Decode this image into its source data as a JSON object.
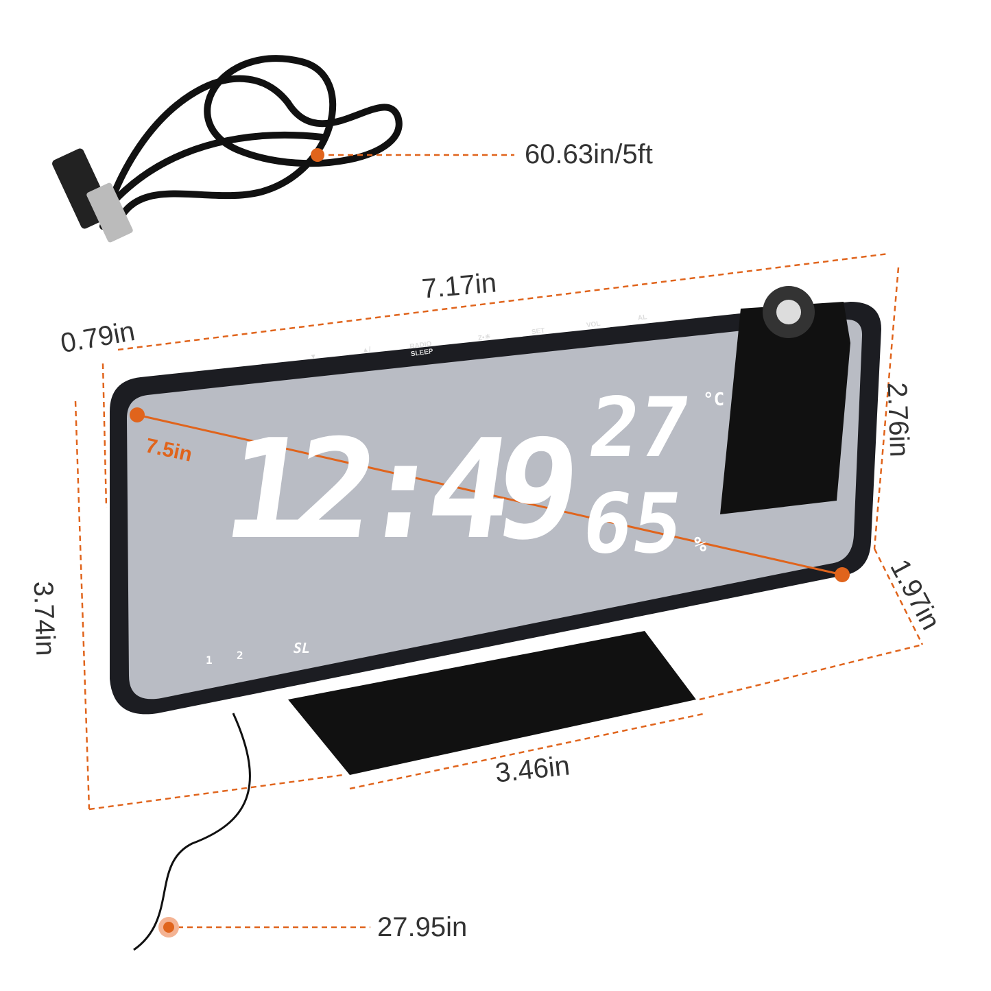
{
  "dimensions": {
    "cable_length": "60.63in/5ft",
    "width": "7.17in",
    "depth": "0.79in",
    "height": "3.74in",
    "diagonal": "7.5in",
    "side_height": "2.76in",
    "base_depth": "1.97in",
    "base_width": "3.46in",
    "cord_length": "27.95in"
  },
  "clock": {
    "time": "12:49",
    "temperature": "27",
    "temperature_unit": "°C",
    "humidity": "65",
    "humidity_unit": "%",
    "indicators": [
      "1",
      "2",
      "SL"
    ],
    "buttons": [
      "▼",
      "▲/",
      "RADIO SLEEP",
      "Z•☀",
      "SET",
      "VOL",
      "AL"
    ]
  },
  "colors": {
    "accent": "#e0641c",
    "body": "#1c1d22",
    "mirror": "#b9bcc4"
  }
}
